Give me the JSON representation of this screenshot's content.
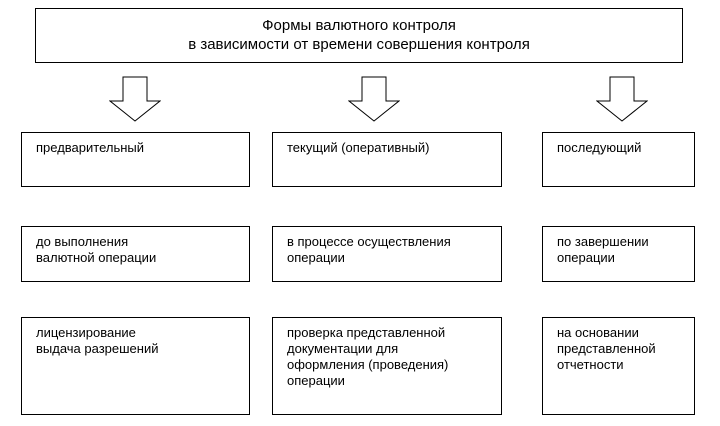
{
  "header": {
    "line1": "Формы валютного контроля",
    "line2": "в зависимости от времени совершения контроля"
  },
  "columns": [
    {
      "form": "предварительный",
      "timing": "до выполнения\nвалютной операции",
      "method": "лицензирование\nвыдача разрешений"
    },
    {
      "form": "текущий (оперативный)",
      "timing": "в процессе осуществления\nоперации",
      "method": "проверка представленной\nдокументации для\nоформления (проведения)\nоперации"
    },
    {
      "form": "последующий",
      "timing": "по завершении\nоперации",
      "method": "на основании\nпредставленной\nотчетности"
    }
  ],
  "colors": {
    "stroke": "#000000",
    "background": "#ffffff"
  },
  "icons": [
    "down-arrow-icon",
    "down-arrow-icon",
    "down-arrow-icon"
  ]
}
